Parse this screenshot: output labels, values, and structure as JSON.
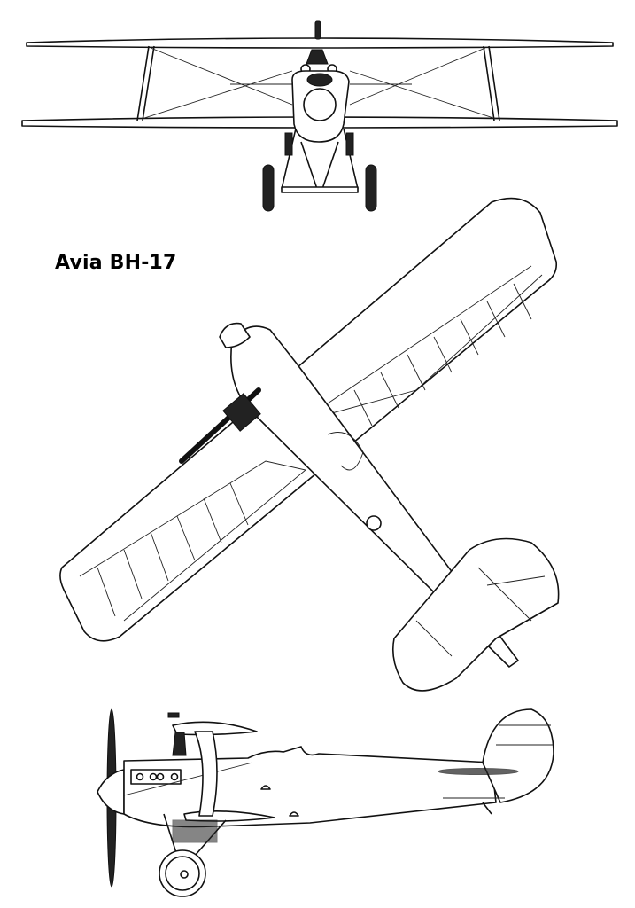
{
  "title": "Avia BH-17",
  "views": [
    {
      "name": "front-view"
    },
    {
      "name": "top-view"
    },
    {
      "name": "side-view"
    }
  ]
}
